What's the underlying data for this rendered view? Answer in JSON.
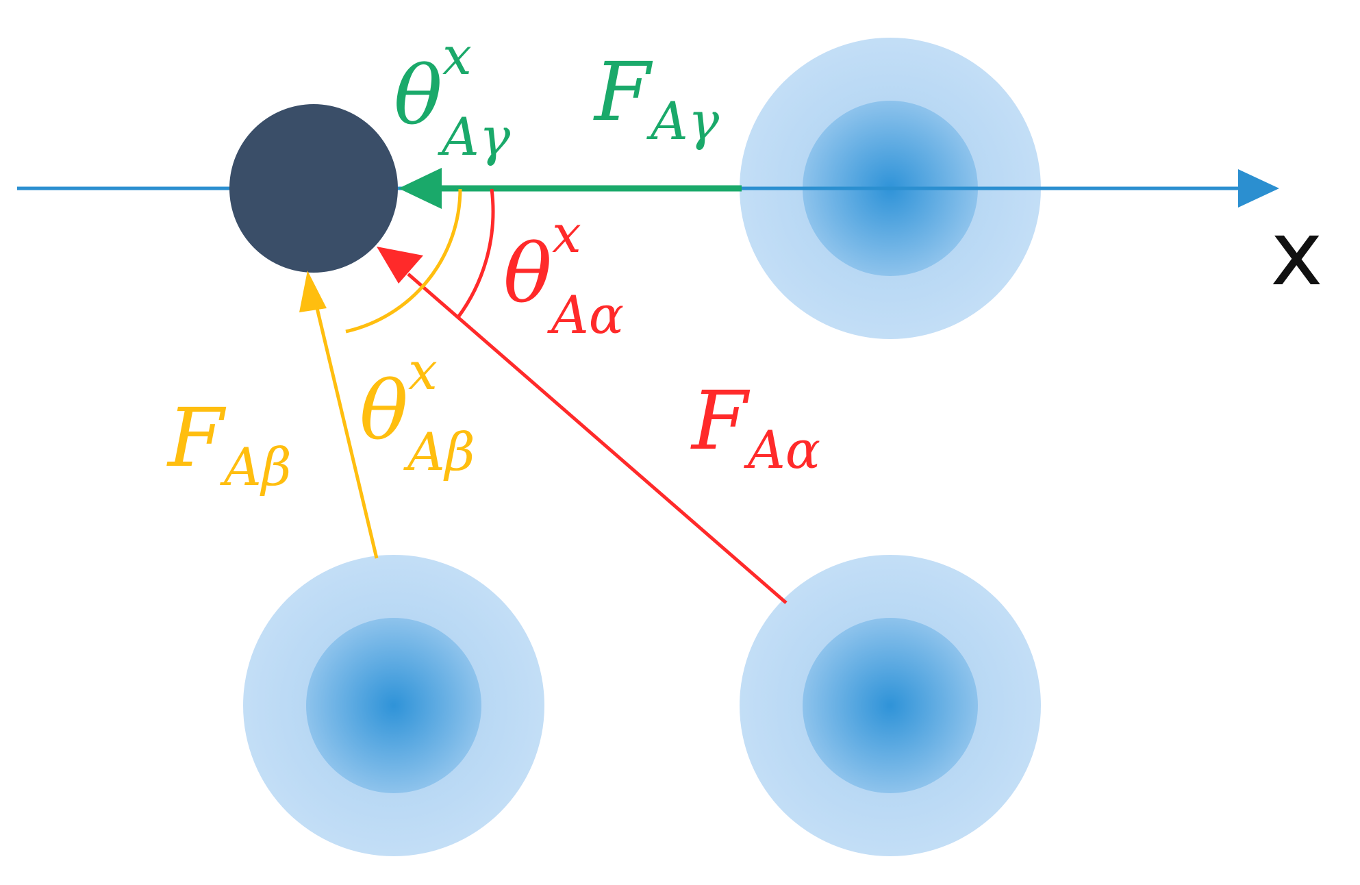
{
  "axis": {
    "label": "x",
    "color": "#2b8fd0"
  },
  "colors": {
    "gamma": "#1aa96a",
    "alpha": "#ff2a2a",
    "beta": "#ffbe0f",
    "particle_a": "#3a4e68",
    "neighbor_outer": "#bfdcf5",
    "neighbor_inner": "#3f9ede",
    "axis_label": "#111111"
  },
  "forces": {
    "gamma": {
      "symbol": "F",
      "subscript": "Aγ"
    },
    "alpha": {
      "symbol": "F",
      "subscript": "Aα"
    },
    "beta": {
      "symbol": "F",
      "subscript": "Aβ"
    }
  },
  "angles": {
    "gamma": {
      "symbol": "θ",
      "superscript": "x",
      "subscript": "Aγ"
    },
    "alpha": {
      "symbol": "θ",
      "superscript": "x",
      "subscript": "Aα"
    },
    "beta": {
      "symbol": "θ",
      "superscript": "x",
      "subscript": "Aβ"
    }
  }
}
